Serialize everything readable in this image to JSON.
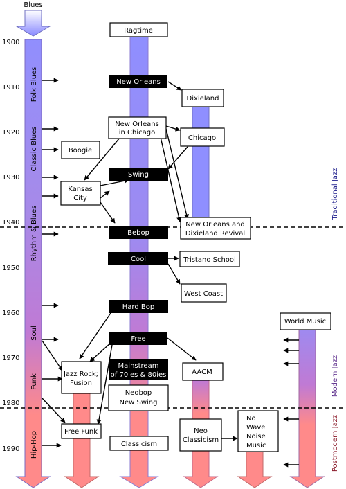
{
  "top_label": "Blues",
  "years": [
    "1900",
    "1910",
    "1920",
    "1930",
    "1940",
    "1950",
    "1960",
    "1970",
    "1980",
    "1990"
  ],
  "blues_column_labels": [
    "Folk Blues",
    "Classic Blues",
    "Rhythm & Blues",
    "Soul",
    "Funk",
    "Hip-Hop"
  ],
  "era_labels": {
    "traditional": "Traditional Jazz",
    "modern": "Modern Jazz",
    "postmodern": "Postmodern Jazz"
  },
  "era_colors": {
    "traditional": "#1a1a8a",
    "modern": "#5a2a8a",
    "postmodern": "#8a1a2a"
  },
  "gradient_colors": {
    "blue": "#8f8fff",
    "purple": "#c07ad4",
    "pink": "#ff8a8a"
  },
  "styles": {
    "ragtime": "Ragtime",
    "new_orleans": "New Orleans",
    "dixieland": "Dixieland",
    "new_orleans_chicago": [
      "New Orleans",
      "in Chicago"
    ],
    "chicago": "Chicago",
    "boogie": "Boogie",
    "kansas_city": [
      "Kansas",
      "City"
    ],
    "swing": "Swing",
    "bebop": "Bebop",
    "no_dixie_revival": [
      "New Orleans and",
      "Dixieland Revival"
    ],
    "cool": "Cool",
    "tristano": "Tristano School",
    "west_coast": "West Coast",
    "hard_bop": "Hard Bop",
    "free": "Free",
    "world_music": "World Music",
    "jazz_rock": [
      "Jazz Rock;",
      "Fusion"
    ],
    "mainstream": [
      "Mainstream",
      "of 70ies & 80ies"
    ],
    "aacm": "AACM",
    "neobop": [
      "Neobop",
      "New Swing"
    ],
    "free_funk": "Free Funk",
    "neo_classicism": [
      "Neo",
      "Classicism"
    ],
    "no_wave": [
      "No",
      "Wave",
      "Noise",
      "Music"
    ],
    "classicism": "Classicism"
  }
}
